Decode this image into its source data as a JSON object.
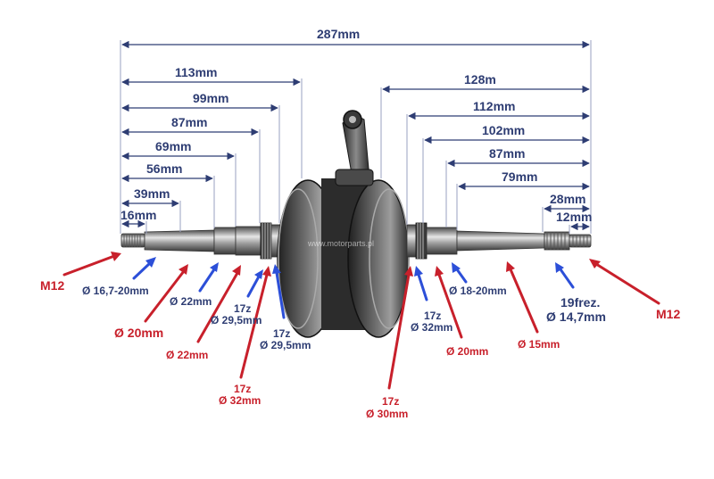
{
  "dimensions": {
    "total": "287mm",
    "left": [
      "113mm",
      "99mm",
      "87mm",
      "69mm",
      "56mm",
      "39mm",
      "16mm"
    ],
    "right": [
      "128m",
      "112mm",
      "102mm",
      "87mm",
      "79mm",
      "28mm",
      "12mm"
    ]
  },
  "labels": {
    "m12_left": "M12",
    "m12_right": "M12",
    "d_16_7_20": "Ø 16,7-20mm",
    "d_20_left": "Ø 20mm",
    "d_22_blue": "Ø 22mm",
    "d_22_red": "Ø 22mm",
    "z17_a": "17z",
    "d_29_5_a": "Ø 29,5mm",
    "z17_b": "17z",
    "d_29_5_b": "Ø 29,5mm",
    "z17_c": "17z",
    "d_32_left": "Ø 32mm",
    "z17_d": "17z",
    "d_30": "Ø 30mm",
    "z17_e": "17z",
    "d_32_right": "Ø 32mm",
    "d_20_right": "Ø 20mm",
    "d_18_20": "Ø 18-20mm",
    "d_15": "Ø 15mm",
    "frez": "19frez.",
    "d_14_7": "Ø 14,7mm"
  },
  "colors": {
    "dimension_line": "#2e3d73",
    "guide_line": "#9aa0c0",
    "red_arrow": "#c8202b",
    "blue_arrow": "#2c4fd8",
    "steel_dark": "#2a2a2a",
    "steel_mid": "#6b6b6b",
    "steel_light": "#c9c9c9"
  },
  "watermark": "www.motorparts.pl"
}
